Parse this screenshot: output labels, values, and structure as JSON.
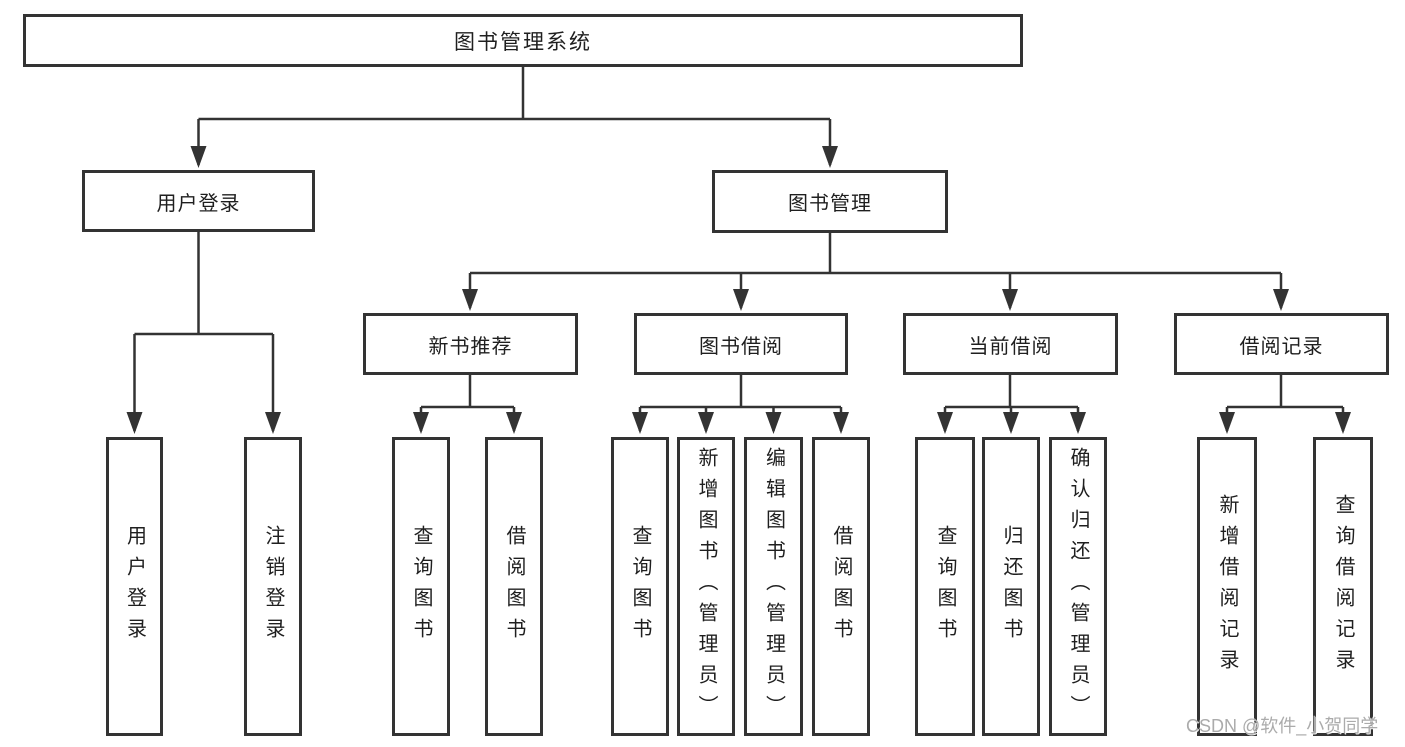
{
  "title": "图书管理系统",
  "colors": {
    "line": "#333333",
    "box_border": "#333333",
    "text": "#1f1f1f",
    "watermark": "#ababab",
    "background": "#ffffff"
  },
  "watermark": {
    "text": "CSDN @软件_小贺同学"
  },
  "tree": {
    "root": {
      "label": "图书管理系统",
      "children": [
        {
          "label": "用户登录",
          "children": [
            {
              "label": "用户登录"
            },
            {
              "label": "注销登录"
            }
          ]
        },
        {
          "label": "图书管理",
          "children": [
            {
              "label": "新书推荐",
              "children": [
                {
                  "label": "查询图书"
                },
                {
                  "label": "借阅图书"
                }
              ]
            },
            {
              "label": "图书借阅",
              "children": [
                {
                  "label": "查询图书"
                },
                {
                  "label": "新增图书（管理员）"
                },
                {
                  "label": "编辑图书（管理员）"
                },
                {
                  "label": "借阅图书"
                }
              ]
            },
            {
              "label": "当前借阅",
              "children": [
                {
                  "label": "查询图书"
                },
                {
                  "label": "归还图书"
                },
                {
                  "label": "确认归还（管理员）"
                }
              ]
            },
            {
              "label": "借阅记录",
              "children": [
                {
                  "label": "新增借阅记录"
                },
                {
                  "label": "查询借阅记录"
                }
              ]
            }
          ]
        }
      ]
    }
  }
}
